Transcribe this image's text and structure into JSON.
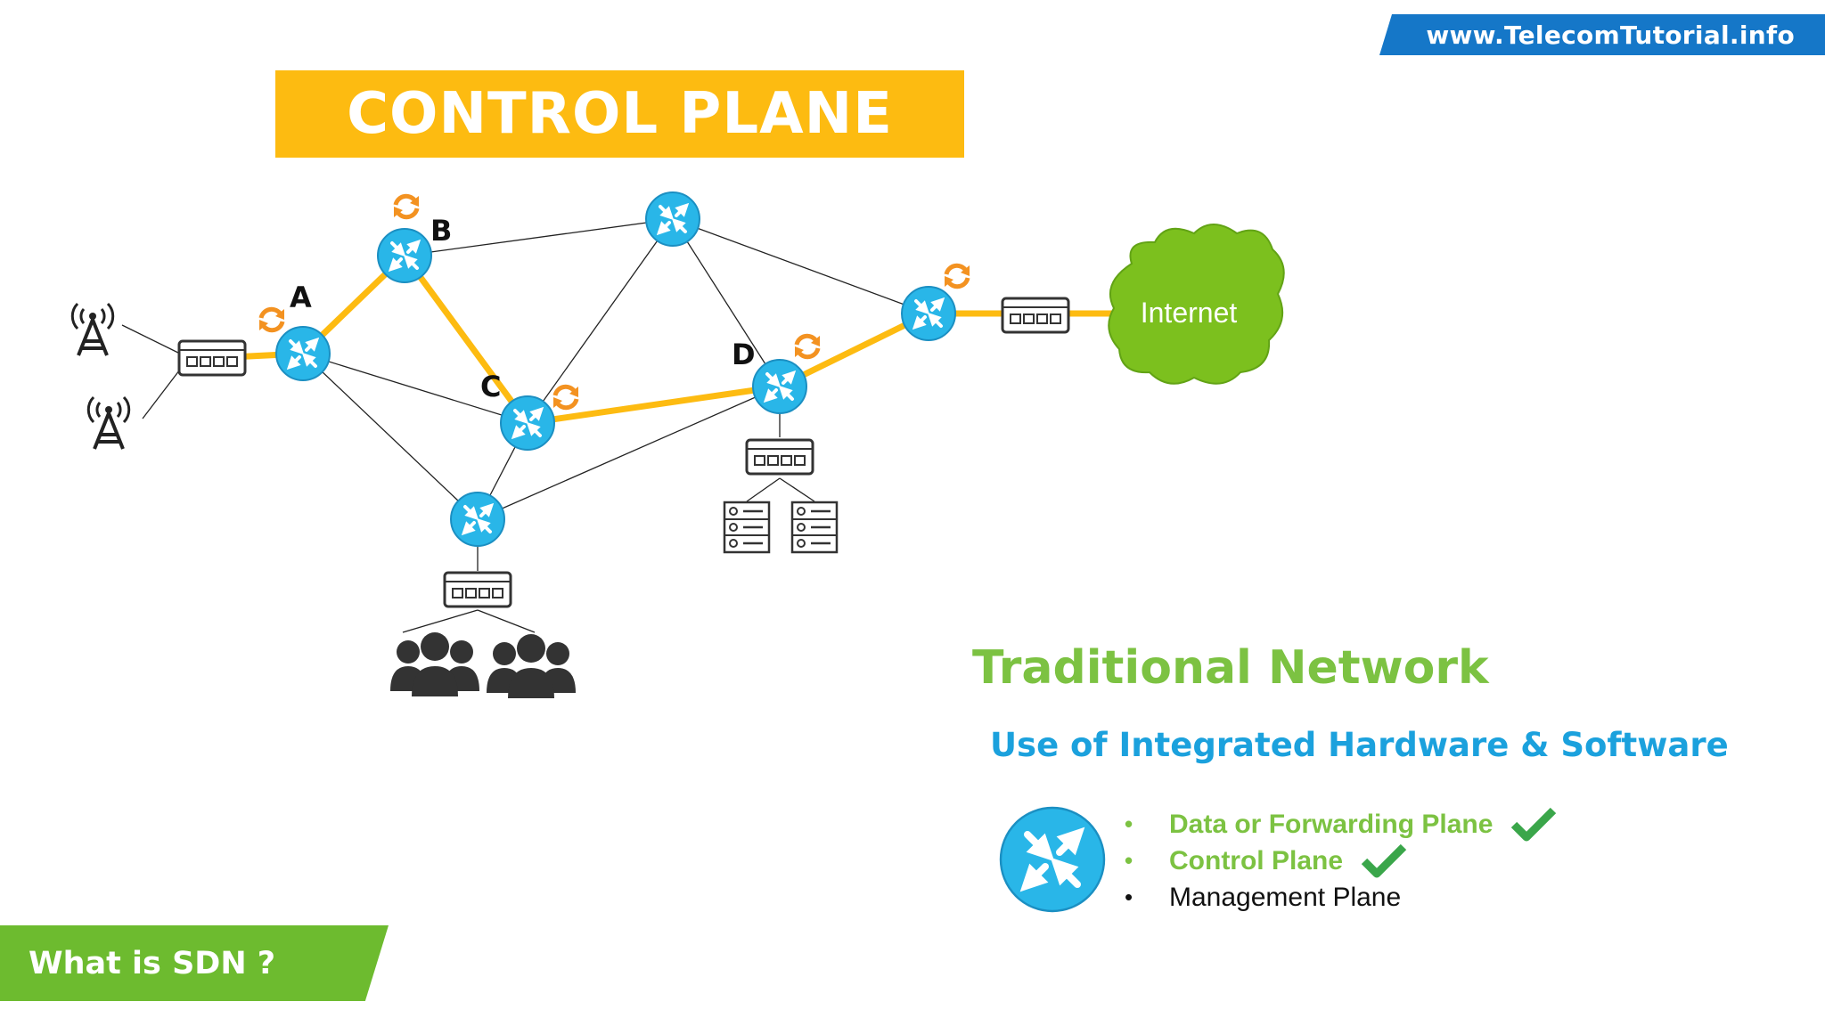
{
  "site_banner": "www.TelecomTutorial.info",
  "title": "CONTROL PLANE",
  "diagram": {
    "node_labels": {
      "A": "A",
      "B": "B",
      "C": "C",
      "D": "D"
    },
    "internet_label": "Internet"
  },
  "info": {
    "heading": "Traditional Network",
    "subheading": "Use of Integrated Hardware & Software",
    "planes": [
      {
        "label": "Data or Forwarding Plane",
        "checked": true
      },
      {
        "label": "Control Plane",
        "checked": true
      },
      {
        "label": "Management Plane",
        "checked": false
      }
    ]
  },
  "footer_label": "What is SDN ?",
  "colors": {
    "accent_yellow": "#fdbb11",
    "router_blue": "#29b6e8",
    "green": "#7cc242",
    "blue_text": "#1ba1dd",
    "banner_blue": "#1577c8",
    "refresh_orange": "#f39221"
  }
}
